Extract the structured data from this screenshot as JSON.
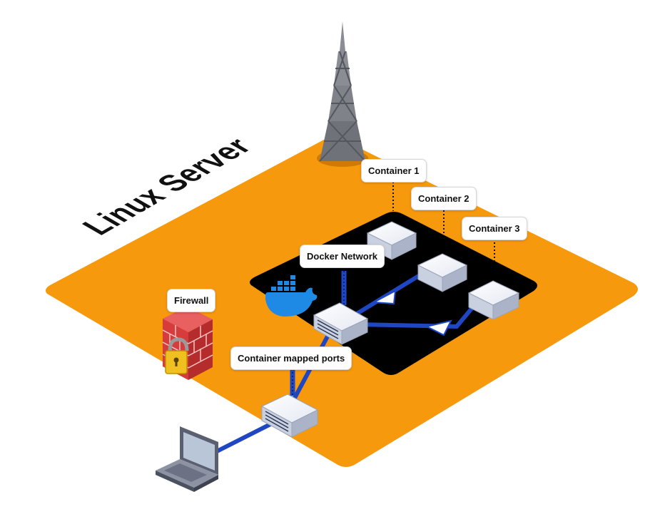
{
  "diagram": {
    "server_label": "Linux Server",
    "labels": {
      "container1": "Container 1",
      "container2": "Container 2",
      "container3": "Container 3",
      "docker_network": "Docker Network",
      "firewall": "Firewall",
      "mapped_ports": "Container mapped ports"
    },
    "icons": [
      "antenna-tower-icon",
      "docker-whale-icon",
      "firewall-icon",
      "padlock-icon",
      "network-switch-icon",
      "laptop-icon",
      "container-server-icon"
    ],
    "colors": {
      "platform": "#f7990c",
      "docker_area": "#000000",
      "link": "#1f47c4",
      "docker": "#1f8ae6",
      "firewall": "#d63c3c",
      "tower": "#7f8289"
    }
  }
}
